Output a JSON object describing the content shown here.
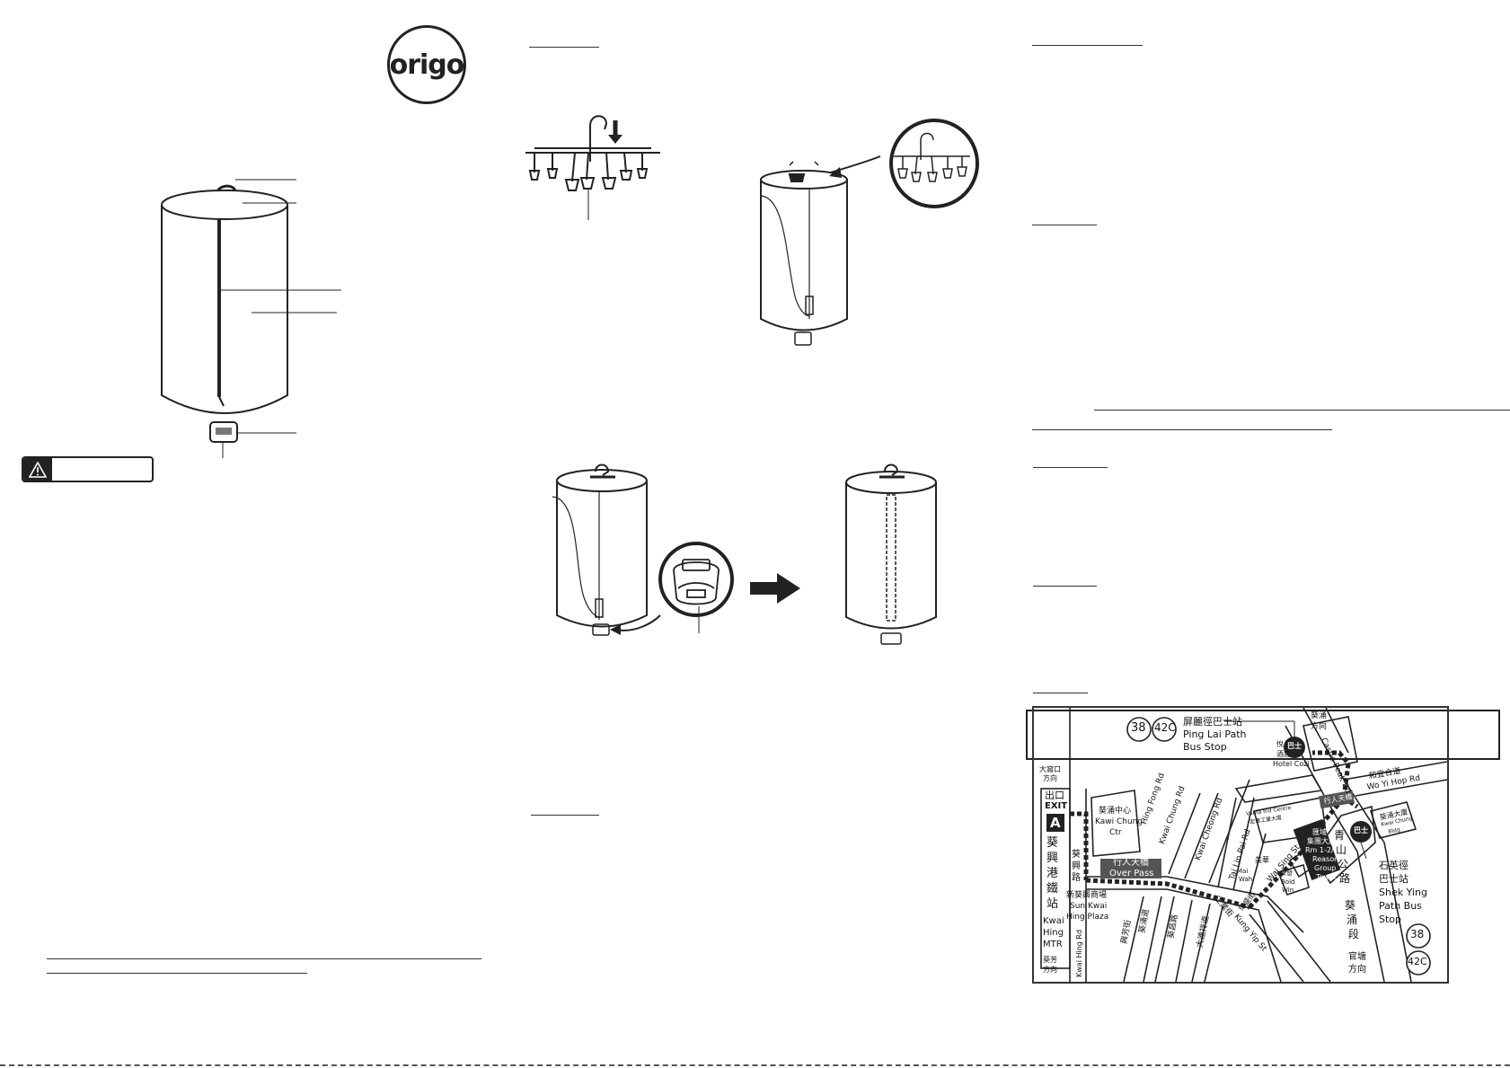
{
  "brand": {
    "logo_text": "origo"
  },
  "warning": {
    "icon": "warning-triangle-icon"
  },
  "map": {
    "ping_lai": {
      "routes": [
        "38",
        "42C"
      ],
      "name_zh": "屏麗徑巴士站",
      "name_en_1": "Ping Lai Path",
      "name_en_2": "Bus Stop"
    },
    "hotel": {
      "zh_1": "悅品",
      "zh_2": "酒店",
      "en": "Hotel Cozi"
    },
    "kwai_chung_dir": {
      "zh_1": "葵涌",
      "zh_2": "方向"
    },
    "tai_wo_hau_dir": {
      "zh_1": "大窩口",
      "zh_2": "方向"
    },
    "exit": {
      "zh": "出口",
      "en": "EXIT",
      "letter": "A"
    },
    "kwai_hing_mtr": {
      "zh": [
        "葵",
        "興",
        "港",
        "鐵",
        "站"
      ],
      "en": [
        "Kwai",
        "Hing",
        "MTR"
      ]
    },
    "kwai_fong_dir": {
      "zh_1": "葵芳",
      "zh_2": "方向"
    },
    "kwai_chung_ctr": {
      "zh": "葵涌中心",
      "en_1": "Kawi Chung",
      "en_2": "Ctr"
    },
    "kwai_hing_rd_zh": [
      "葵",
      "興",
      "路"
    ],
    "sun_kwai_hing": {
      "zh": "新葵興商場",
      "en_1": "Sun Kwai",
      "en_2": "Hing Plaza"
    },
    "overpass": {
      "zh": "行人天橋",
      "en": "Over Pass"
    },
    "streets": {
      "hing_fong": "Hing Fong Rd",
      "kwai_chung_rd": "Kwai Chung Rd",
      "kwai_cheong": "Kwai Cheong Rd",
      "tai_lin_pai": "Tai Lin Pai Rd",
      "castle_peak": "Castle Peak Rd",
      "wai_sing": "Wai Sing St",
      "kung_yip": "Kung Yip St",
      "kwai_hing_rd": "Kwai Hing Rd",
      "hing_fong_zh": "興芳街",
      "kwai_chung_zh": "葵涌道",
      "kwai_cheong_zh": "葵昌路",
      "tai_lin_pai_zh": "大連排道",
      "kung_yip_zh": "工業街",
      "wai_sing_zh": "偉盛街"
    },
    "wo_yi_hop": {
      "zh": "和宜合道",
      "en": "Wo Yi Hop Rd"
    },
    "vanta": {
      "en": "Vanta Ind Centre",
      "zh": "宏達工業大廈"
    },
    "overpass2": {
      "zh": "行人天橋"
    },
    "kwai_chung_bldg": {
      "zh": "葵涌大廈",
      "en_1": "Kwai Chung",
      "en_2": "Bldg"
    },
    "mai_wai": {
      "zh": "美華",
      "en_1": "Mai",
      "en_2": "Wah"
    },
    "bold_win": {
      "zh": "保發",
      "en_1": "Bold",
      "en_2": "Win"
    },
    "reason_group": {
      "zh_1": "匯域",
      "zh_2": "集團大廈",
      "room": "Rm 1-2/1F",
      "en_1": "Reason",
      "en_2": "Group",
      "en_3": "Tower"
    },
    "castle_peak_zh": [
      "青",
      "山",
      "公",
      "路"
    ],
    "kwai_chung_section_zh": [
      "葵",
      "涌",
      "段"
    ],
    "kwun_tong_dir": {
      "zh_1": "官塘",
      "zh_2": "方向"
    },
    "shek_ying": {
      "zh_1": "石英徑",
      "zh_2": "巴士站",
      "en_1": "Shek Ying",
      "en_2": "Path Bus",
      "en_3": "Stop"
    },
    "shek_ying_routes": [
      "38",
      "42C"
    ],
    "bus_badge": "巴士"
  }
}
